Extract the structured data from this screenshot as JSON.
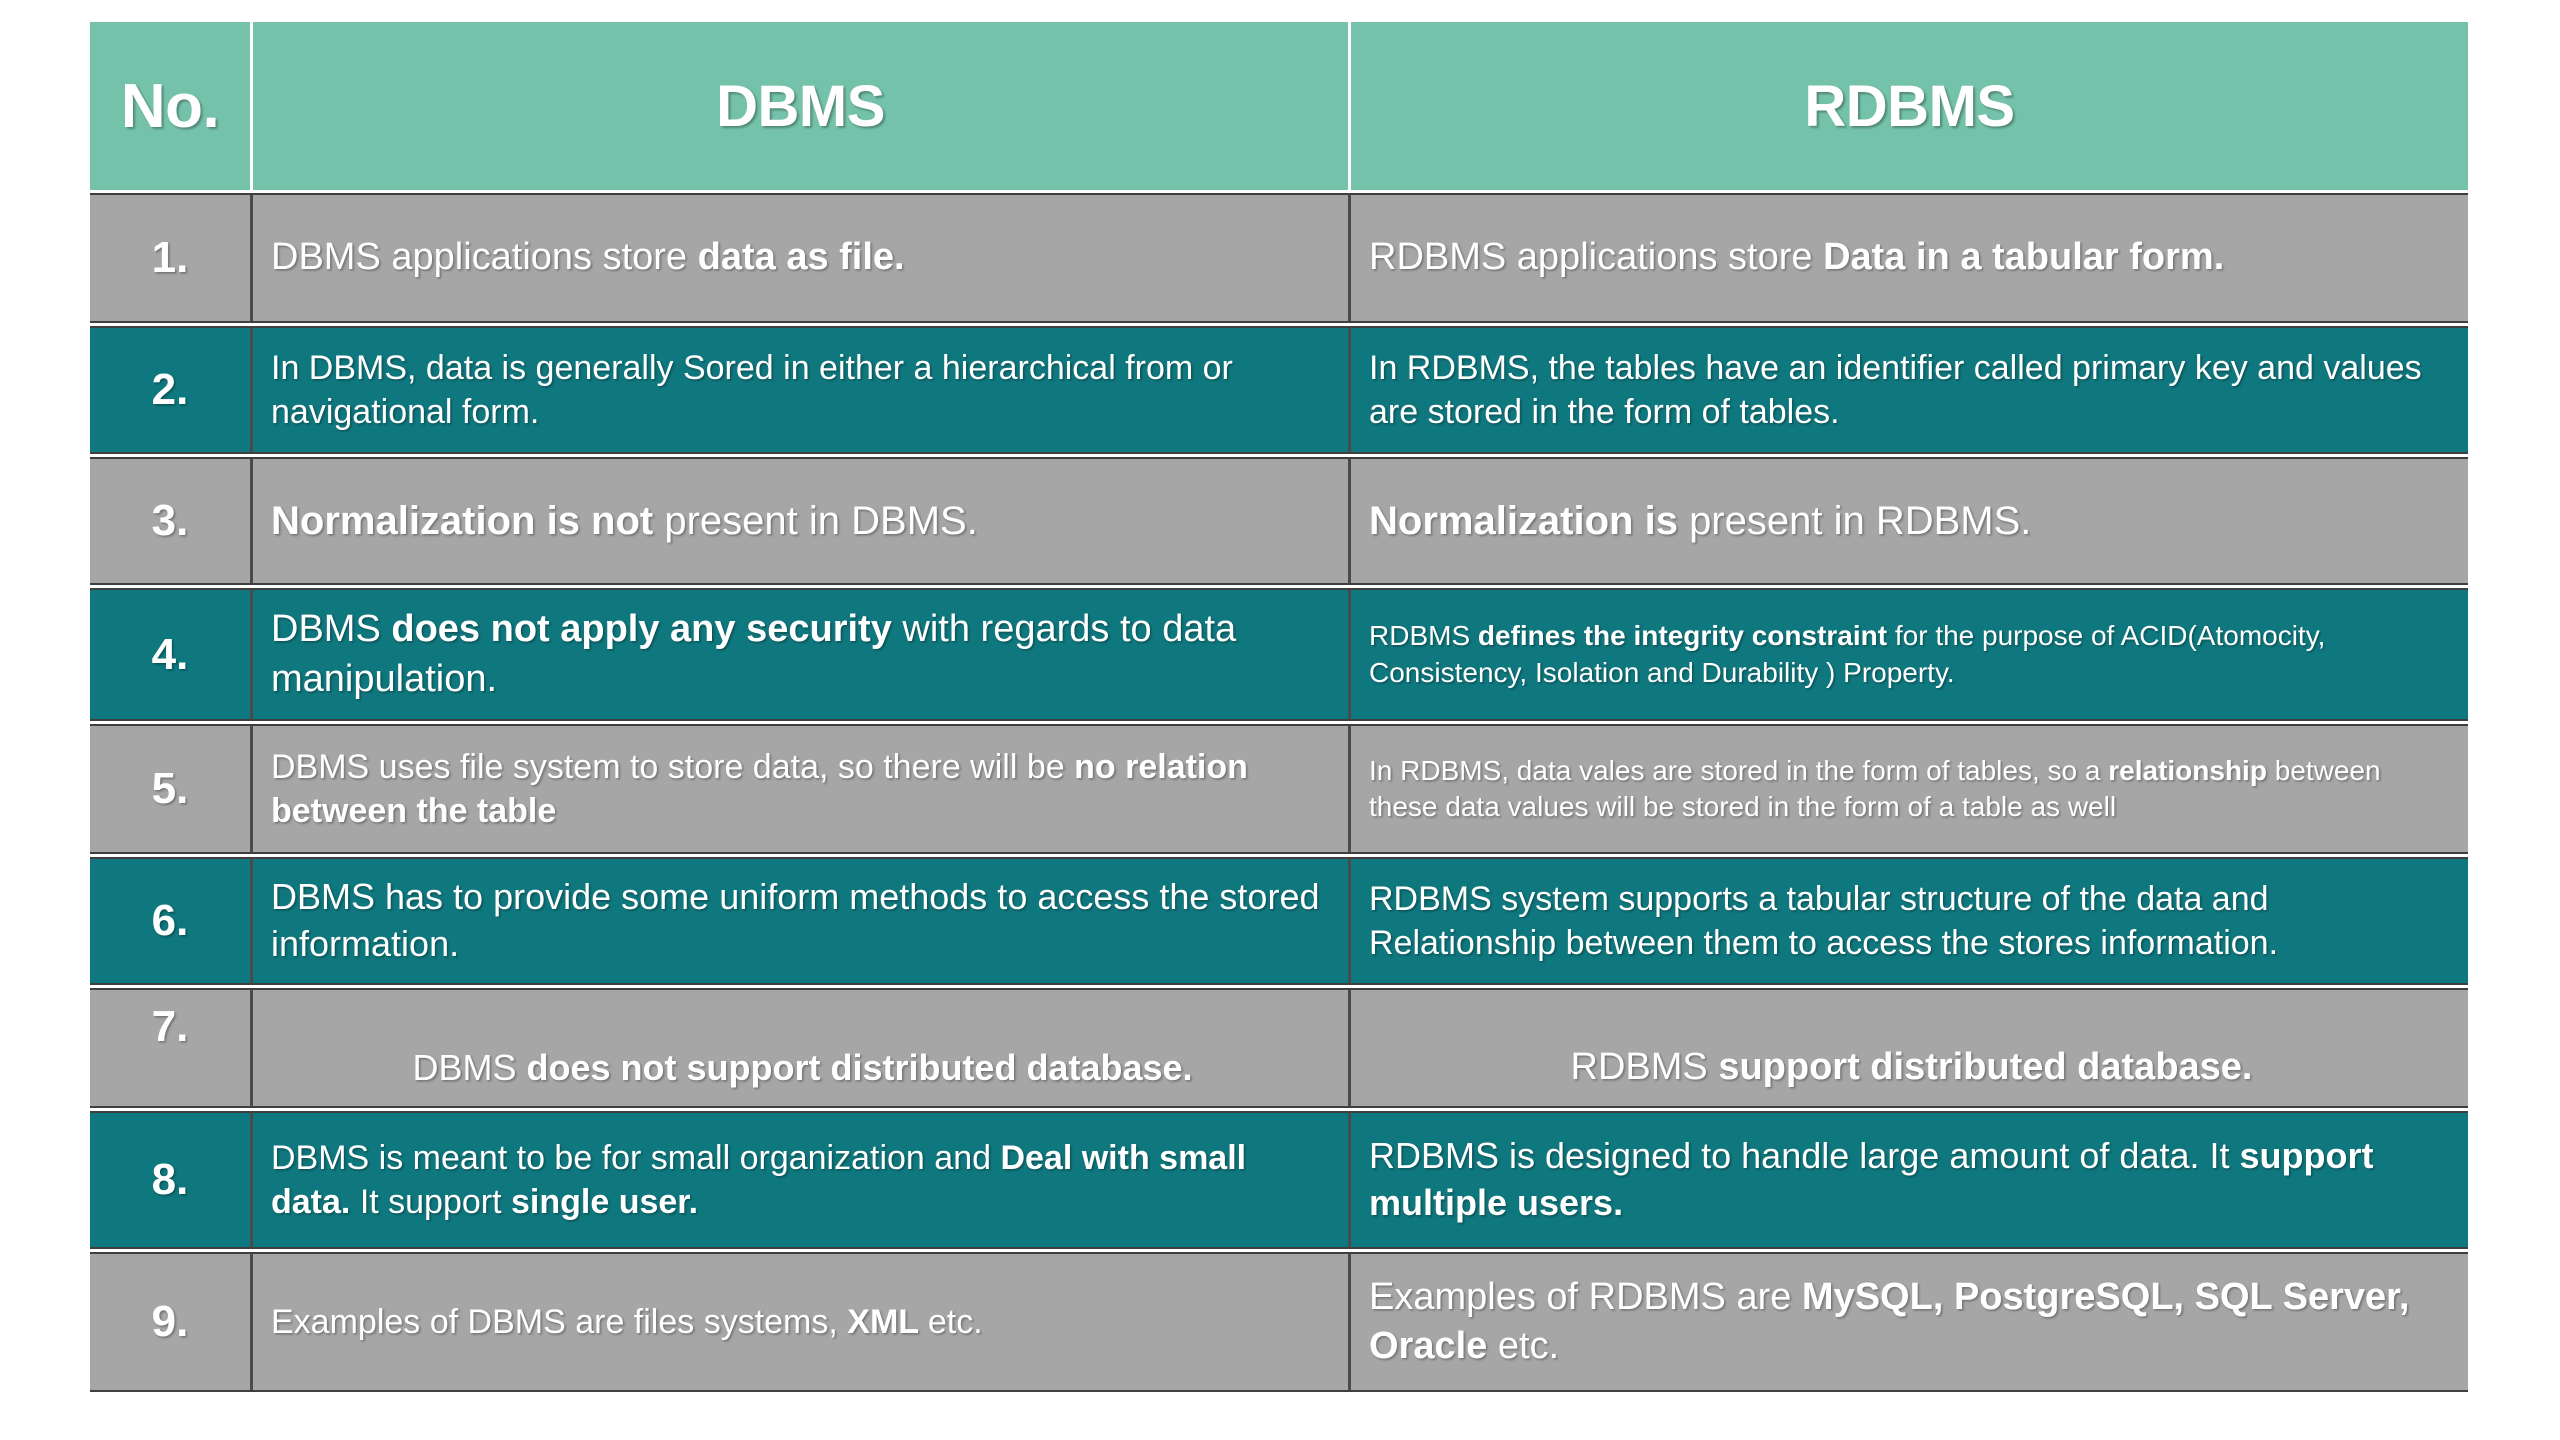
{
  "colors": {
    "header_bg": "#75C2AB",
    "row_gray": "#A6A6A6",
    "row_teal": "#0F787E",
    "text": "#FFFFFF",
    "page_bg": "#FFFFFF"
  },
  "header": {
    "col_no": "No.",
    "col_dbms": "DBMS",
    "col_rdbms": "RDBMS"
  },
  "rows": [
    {
      "no": "1.",
      "dbms": {
        "a": "DBMS applications store ",
        "b": "data as file.",
        "c": ""
      },
      "rdbms": {
        "a": "RDBMS applications store ",
        "b": "Data in a tabular form.",
        "c": ""
      }
    },
    {
      "no": "2.",
      "dbms": {
        "a": "In DBMS, data is generally Sored in either a hierarchical from or navigational form.",
        "b": "",
        "c": ""
      },
      "rdbms": {
        "a": "In RDBMS, the tables have an identifier called primary key and values are stored in the form of tables.",
        "b": "",
        "c": ""
      }
    },
    {
      "no": "3.",
      "dbms": {
        "a": "",
        "b": "Normalization is not ",
        "c": "present in DBMS."
      },
      "rdbms": {
        "a": "",
        "b": "Normalization is ",
        "c": "present in RDBMS."
      }
    },
    {
      "no": "4.",
      "dbms": {
        "a": "DBMS ",
        "b": "does not apply any security ",
        "c": "with regards to data manipulation."
      },
      "rdbms": {
        "a": "RDBMS ",
        "b": "defines the integrity constraint ",
        "c": "for the purpose of ACID(Atomocity, Consistency, Isolation and Durability ) Property."
      }
    },
    {
      "no": "5.",
      "dbms": {
        "a": "DBMS uses file system to store data, so there will be ",
        "b": "no relation between the table",
        "c": ""
      },
      "rdbms": {
        "a": "In RDBMS, data vales are stored in the form of tables, so a ",
        "b": "relationship ",
        "c": "between these data values will be stored in the form of a table as well"
      }
    },
    {
      "no": "6.",
      "dbms": {
        "a": "DBMS has to  provide some uniform methods to access the stored information.",
        "b": "",
        "c": ""
      },
      "rdbms": {
        "a": "RDBMS system supports a tabular structure of the data and Relationship between them to access the stores information.",
        "b": "",
        "c": ""
      }
    },
    {
      "no": "7.",
      "dbms": {
        "a": "DBMS ",
        "b": "does not support distributed  database.",
        "c": ""
      },
      "rdbms": {
        "a": "RDBMS ",
        "b": "support distributed database.",
        "c": ""
      }
    },
    {
      "no": "8.",
      "dbms": {
        "a": "DBMS is meant to be for small organization and ",
        "b": "Deal with small data. ",
        "c": "It support ",
        "d": "single user."
      },
      "rdbms": {
        "a": "RDBMS is designed to handle large amount of data. It ",
        "b": "support multiple users.",
        "c": ""
      }
    },
    {
      "no": "9.",
      "dbms": {
        "a": "Examples of DBMS are files systems, ",
        "b": "XML ",
        "c": "etc."
      },
      "rdbms": {
        "a": "Examples of RDBMS are ",
        "b": "MySQL, PostgreSQL, SQL Server, Oracle ",
        "c": "etc."
      }
    }
  ]
}
